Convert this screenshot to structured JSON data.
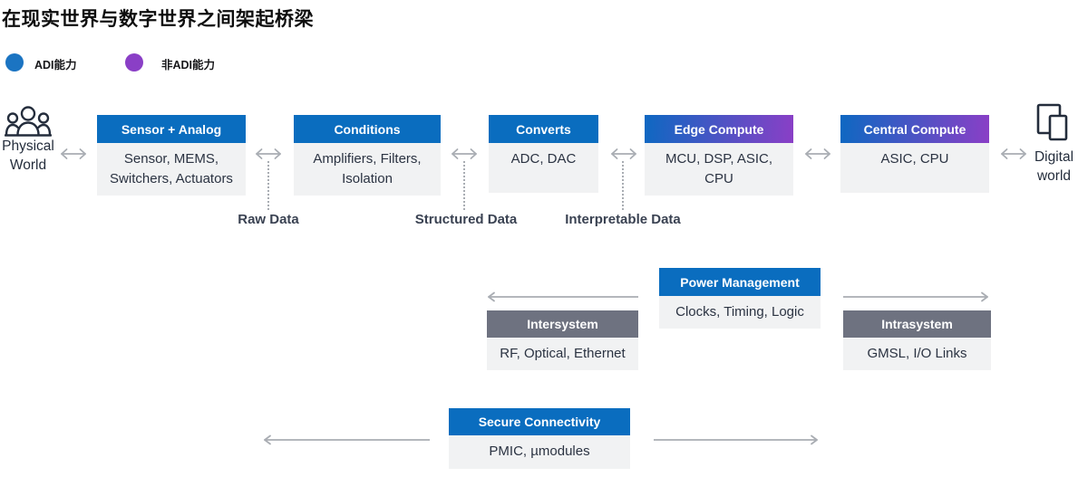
{
  "title": "在现实世界与数字世界之间架起桥梁",
  "legend": {
    "items": [
      {
        "label": "ADI能力",
        "color": "#1b74c2"
      },
      {
        "label": "非ADI能力",
        "color": "#8a3fc6"
      }
    ]
  },
  "endpoints": {
    "physical": {
      "label": "Physical World",
      "icon": "people-icon"
    },
    "digital": {
      "label": "Digital world",
      "icon": "devices-icon"
    }
  },
  "chain": {
    "boxes": [
      {
        "title": "Sensor + Analog",
        "body": "Sensor, MEMS, Switchers, Actuators",
        "header_style": "blue"
      },
      {
        "title": "Conditions",
        "body": "Amplifiers, Filters, Isolation",
        "header_style": "blue"
      },
      {
        "title": "Converts",
        "body": "ADC, DAC",
        "header_style": "blue"
      },
      {
        "title": "Edge Compute",
        "body": "MCU, DSP, ASIC, CPU",
        "header_style": "gradient"
      },
      {
        "title": "Central Compute",
        "body": "ASIC, CPU",
        "header_style": "gradient"
      }
    ],
    "data_labels": [
      "Raw Data",
      "Structured Data",
      "Interpretable Data"
    ]
  },
  "secondary": {
    "power": {
      "title": "Power Management",
      "body": "Clocks, Timing, Logic"
    },
    "intersystem": {
      "title": "Intersystem",
      "body": "RF, Optical, Ethernet"
    },
    "intrasystem": {
      "title": "Intrasystem",
      "body": "GMSL, I/O Links"
    },
    "secure": {
      "title": "Secure Connectivity",
      "body": "PMIC, µmodules"
    }
  },
  "colors": {
    "adi_blue": "#0a6dbf",
    "gradient_blue": "#0e68c2",
    "gradient_purple": "#8a3fc6",
    "gray_header": "#6e7280",
    "body_bg": "#f1f2f3",
    "arrow_gray": "#a9adb3",
    "text_dark": "#242d3c",
    "legend_blue": "#1b74c2",
    "legend_purple": "#8a3fc6"
  }
}
